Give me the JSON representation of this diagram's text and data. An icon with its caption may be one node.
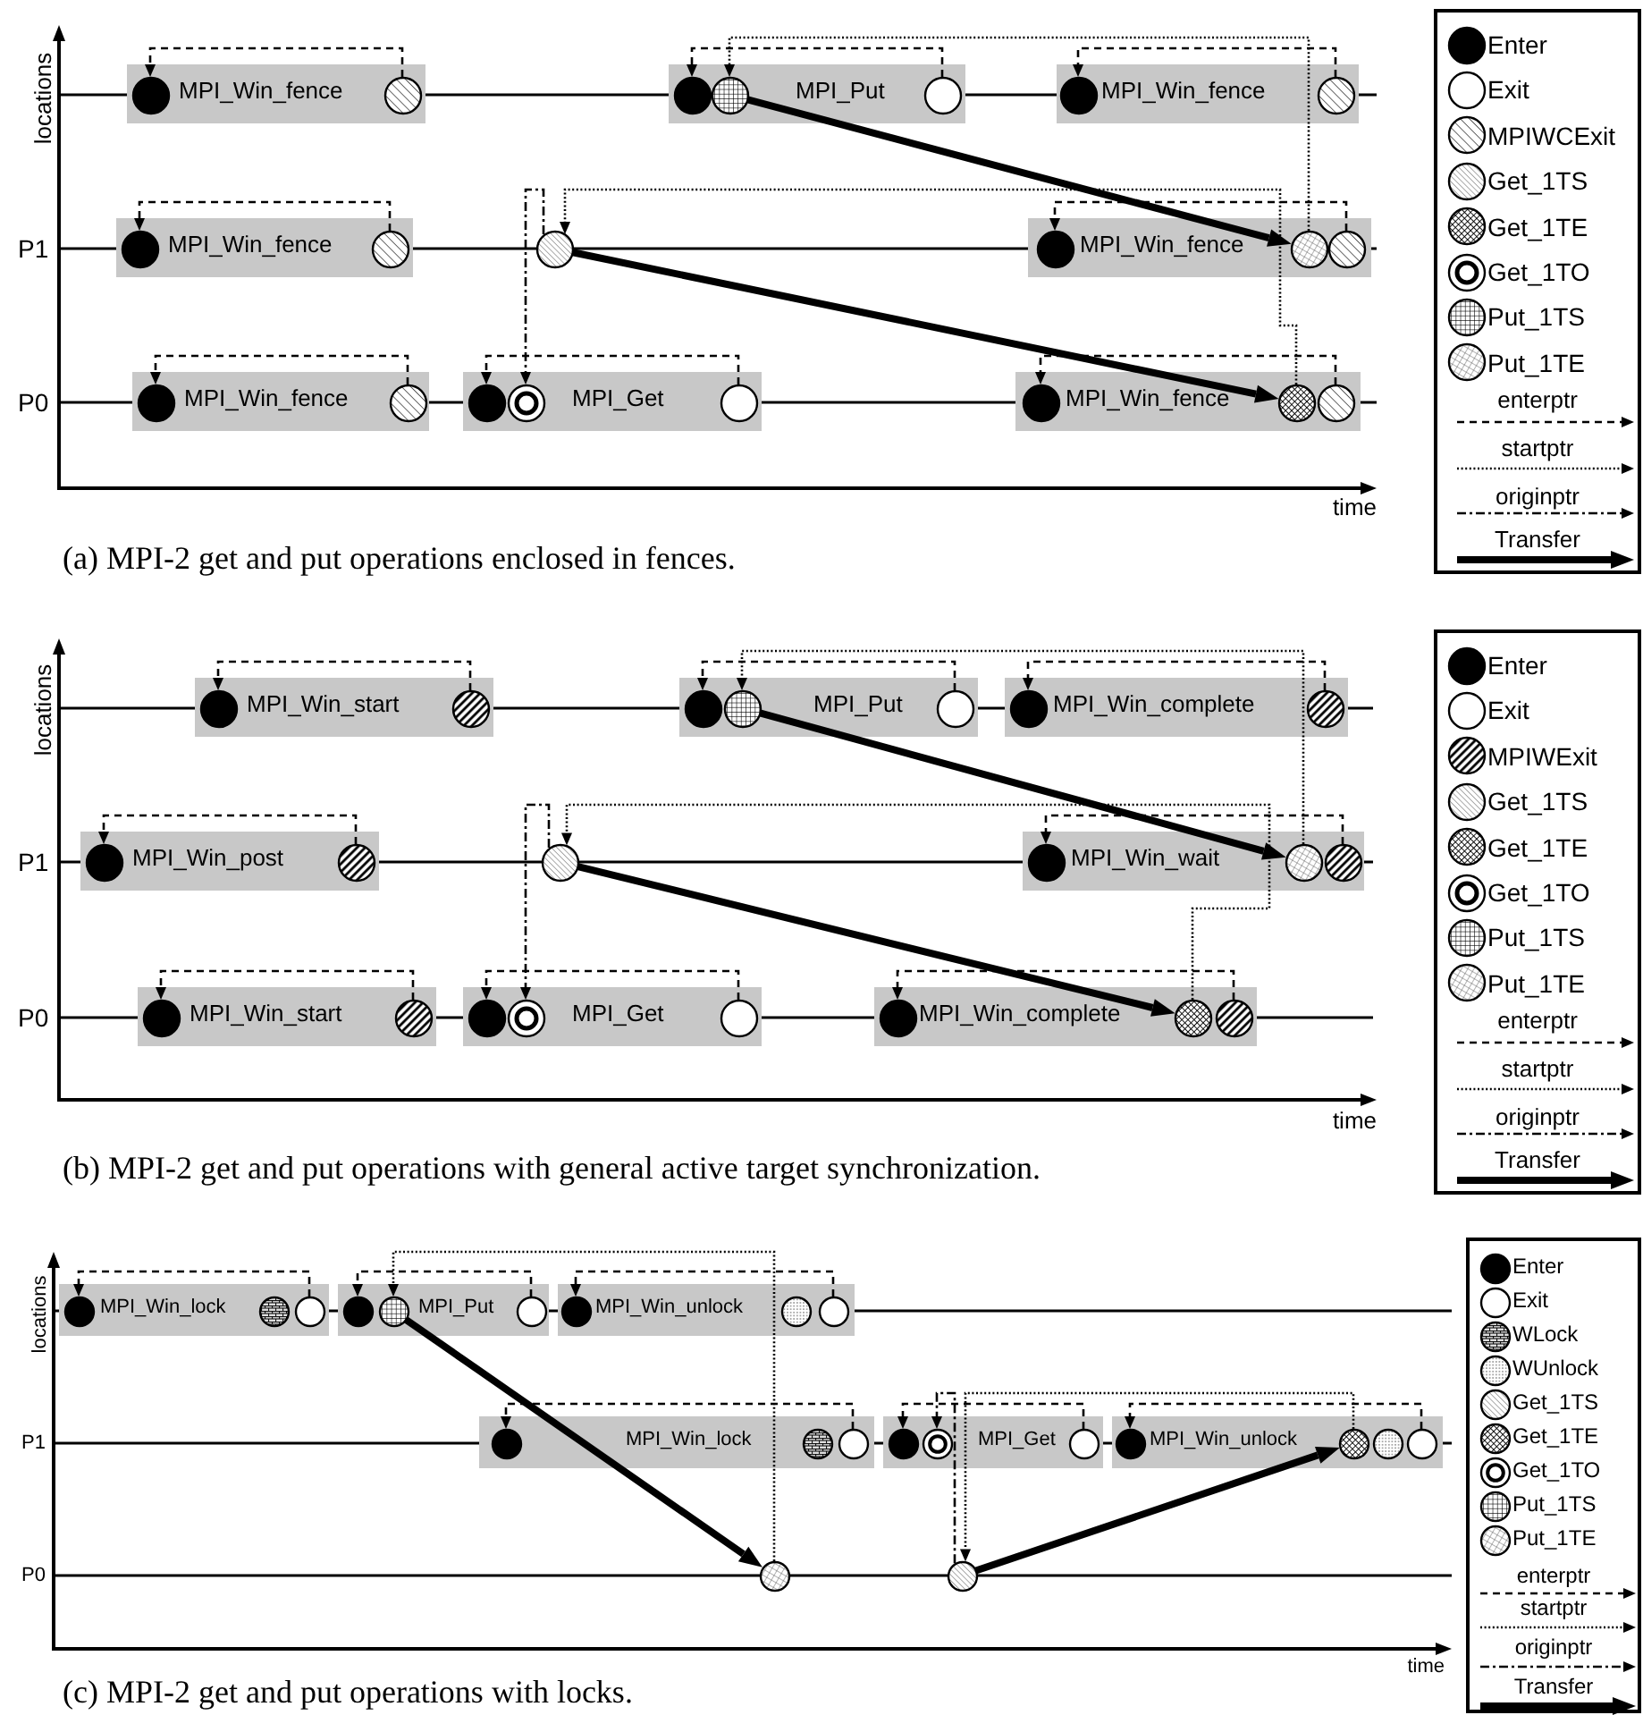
{
  "diagram": {
    "nodes": [
      {
        "text": [
          "MPI_Win_fence"
        ]
      },
      {
        "text": [],
        "shape": "circle",
        "in": 0
      },
      {
        "text": [],
        "shape": "circle",
        "in": 0
      },
      {
        "text": [
          "MPI_Put"
        ]
      },
      {
        "text": [],
        "shape": "circle",
        "in": 3
      },
      {
        "text": [],
        "shape": "circle",
        "in": 3
      },
      {
        "text": [],
        "shape": "circle",
        "in": 3
      },
      {
        "text": [
          "MPI_Win_fence"
        ]
      },
      {
        "text": [],
        "shape": "circle",
        "in": 7
      },
      {
        "text": [],
        "shape": "circle",
        "in": 7
      },
      {
        "text": [
          "MPI_Win_fence"
        ]
      },
      {
        "text": [],
        "shape": "circle",
        "in": 10
      },
      {
        "text": [],
        "shape": "circle",
        "in": 10
      },
      {
        "text": [],
        "shape": "circle"
      },
      {
        "text": [
          "MPI_Win_fence"
        ]
      },
      {
        "text": [],
        "shape": "circle",
        "in": 14
      },
      {
        "text": [],
        "shape": "circle",
        "in": 14
      },
      {
        "text": [],
        "shape": "circle",
        "in": 14
      },
      {
        "text": [
          "MPI_Win_fence"
        ]
      },
      {
        "text": [],
        "shape": "circle",
        "in": 18
      },
      {
        "text": [],
        "shape": "circle",
        "in": 18
      },
      {
        "text": [
          "MPI_Get"
        ]
      },
      {
        "text": [],
        "shape": "circle",
        "in": 21
      },
      {
        "text": [],
        "shape": "circle",
        "in": 21
      },
      {
        "text": [],
        "shape": "circle",
        "in": 21
      },
      {
        "text": [
          "MPI_Win_fence"
        ]
      },
      {
        "text": [],
        "shape": "circle",
        "in": 25
      },
      {
        "text": [],
        "shape": "circle",
        "in": 25
      },
      {
        "text": [],
        "shape": "circle",
        "in": 25
      },
      {
        "text": [
          "MPI_Win_start"
        ]
      },
      {
        "text": [],
        "shape": "circle",
        "in": 29
      },
      {
        "text": [],
        "shape": "circle",
        "in": 29
      },
      {
        "text": [
          "MPI_Put"
        ]
      },
      {
        "text": [],
        "shape": "circle",
        "in": 32
      },
      {
        "text": [],
        "shape": "circle",
        "in": 32
      },
      {
        "text": [],
        "shape": "circle",
        "in": 32
      },
      {
        "text": [
          "MPI_Win_complete"
        ]
      },
      {
        "text": [],
        "shape": "circle",
        "in": 36
      },
      {
        "text": [],
        "shape": "circle",
        "in": 36
      },
      {
        "text": [
          "MPI_Win_post"
        ]
      },
      {
        "text": [],
        "shape": "circle",
        "in": 39
      },
      {
        "text": [],
        "shape": "circle",
        "in": 39
      },
      {
        "text": [],
        "shape": "circle"
      },
      {
        "text": [
          "MPI_Win_wait"
        ]
      },
      {
        "text": [],
        "shape": "circle",
        "in": 43
      },
      {
        "text": [],
        "shape": "circle",
        "in": 43
      },
      {
        "text": [],
        "shape": "circle",
        "in": 43
      },
      {
        "text": [
          "MPI_Win_start"
        ]
      },
      {
        "text": [],
        "shape": "circle",
        "in": 47
      },
      {
        "text": [],
        "shape": "circle",
        "in": 47
      },
      {
        "text": [
          "MPI_Get"
        ]
      },
      {
        "text": [],
        "shape": "circle",
        "in": 50
      },
      {
        "text": [],
        "shape": "circle",
        "in": 50
      },
      {
        "text": [],
        "shape": "circle",
        "in": 50
      },
      {
        "text": [
          "MPI_Win_complete"
        ]
      },
      {
        "text": [],
        "shape": "circle",
        "in": 54
      },
      {
        "text": [],
        "shape": "circle",
        "in": 54
      },
      {
        "text": [],
        "shape": "circle",
        "in": 54
      },
      {
        "text": [
          "MPI_Win_lock"
        ]
      },
      {
        "text": [],
        "shape": "circle",
        "in": 58
      },
      {
        "text": [],
        "shape": "circle",
        "in": 58
      },
      {
        "text": [],
        "shape": "circle",
        "in": 58
      },
      {
        "text": [
          "MPI_Put"
        ]
      },
      {
        "text": [],
        "shape": "circle",
        "in": 62
      },
      {
        "text": [],
        "shape": "circle",
        "in": 62
      },
      {
        "text": [],
        "shape": "circle",
        "in": 62
      },
      {
        "text": [
          "MPI_Win_unlock"
        ]
      },
      {
        "text": [],
        "shape": "circle",
        "in": 66
      },
      {
        "text": [],
        "shape": "circle",
        "in": 66
      },
      {
        "text": [],
        "shape": "circle",
        "in": 66
      },
      {
        "text": [
          "MPI_Win_lock"
        ]
      },
      {
        "text": [],
        "shape": "circle",
        "in": 70
      },
      {
        "text": [],
        "shape": "circle",
        "in": 70
      },
      {
        "text": [],
        "shape": "circle",
        "in": 70
      },
      {
        "text": [
          "MPI_Get"
        ]
      },
      {
        "text": [],
        "shape": "circle",
        "in": 74
      },
      {
        "text": [],
        "shape": "circle",
        "in": 74
      },
      {
        "text": [],
        "shape": "circle",
        "in": 74
      },
      {
        "text": [
          "MPI_Win_unlock"
        ]
      },
      {
        "text": [],
        "shape": "circle",
        "in": 78
      },
      {
        "text": [],
        "shape": "circle",
        "in": 78
      },
      {
        "text": [],
        "shape": "circle",
        "in": 78
      },
      {
        "text": [],
        "shape": "circle",
        "in": 78
      },
      {
        "text": [],
        "shape": "circle"
      },
      {
        "text": [],
        "shape": "circle"
      }
    ],
    "edges": [
      {
        "from": 2,
        "to": 1,
        "arrow": "to",
        "style": "dashed"
      },
      {
        "from": 6,
        "to": 4,
        "arrow": "to",
        "style": "dashed"
      },
      {
        "from": 9,
        "to": 8,
        "arrow": "to",
        "style": "dashed"
      },
      {
        "from": 12,
        "to": 11,
        "arrow": "to",
        "style": "dashed"
      },
      {
        "from": 17,
        "to": 15,
        "arrow": "to",
        "style": "dashed"
      },
      {
        "from": 20,
        "to": 19,
        "arrow": "to",
        "style": "dashed"
      },
      {
        "from": 24,
        "to": 22,
        "arrow": "to",
        "style": "dashed"
      },
      {
        "from": 28,
        "to": 26,
        "arrow": "to",
        "style": "dashed"
      },
      {
        "from": 16,
        "to": 5,
        "arrow": "to",
        "style": "dashed"
      },
      {
        "from": 27,
        "to": 13,
        "arrow": "to",
        "style": "dashed"
      },
      {
        "from": 13,
        "to": 23,
        "arrow": "to",
        "style": "dashed"
      },
      {
        "from": 5,
        "to": 16,
        "arrow": "to",
        "style": "thick"
      },
      {
        "from": 13,
        "to": 27,
        "arrow": "to",
        "style": "thick"
      },
      {
        "from": 31,
        "to": 30,
        "arrow": "to",
        "style": "dashed"
      },
      {
        "from": 35,
        "to": 33,
        "arrow": "to",
        "style": "dashed"
      },
      {
        "from": 38,
        "to": 37,
        "arrow": "to",
        "style": "dashed"
      },
      {
        "from": 41,
        "to": 40,
        "arrow": "to",
        "style": "dashed"
      },
      {
        "from": 46,
        "to": 44,
        "arrow": "to",
        "style": "dashed"
      },
      {
        "from": 49,
        "to": 48,
        "arrow": "to",
        "style": "dashed"
      },
      {
        "from": 53,
        "to": 51,
        "arrow": "to",
        "style": "dashed"
      },
      {
        "from": 57,
        "to": 55,
        "arrow": "to",
        "style": "dashed"
      },
      {
        "from": 45,
        "to": 34,
        "arrow": "to",
        "style": "dashed"
      },
      {
        "from": 56,
        "to": 42,
        "arrow": "to",
        "style": "dashed"
      },
      {
        "from": 42,
        "to": 52,
        "arrow": "to",
        "style": "dashed"
      },
      {
        "from": 34,
        "to": 45,
        "arrow": "to",
        "style": "thick"
      },
      {
        "from": 42,
        "to": 56,
        "arrow": "to",
        "style": "thick"
      },
      {
        "from": 61,
        "to": 59,
        "arrow": "to",
        "style": "dashed"
      },
      {
        "from": 65,
        "to": 63,
        "arrow": "to",
        "style": "dashed"
      },
      {
        "from": 69,
        "to": 67,
        "arrow": "to",
        "style": "dashed"
      },
      {
        "from": 73,
        "to": 71,
        "arrow": "to",
        "style": "dashed"
      },
      {
        "from": 77,
        "to": 75,
        "arrow": "to",
        "style": "dashed"
      },
      {
        "from": 82,
        "to": 79,
        "arrow": "to",
        "style": "dashed"
      },
      {
        "from": 83,
        "to": 64,
        "arrow": "to",
        "style": "dashed"
      },
      {
        "from": 80,
        "to": 84,
        "arrow": "to",
        "style": "dashed"
      },
      {
        "from": 84,
        "to": 76,
        "arrow": "to",
        "style": "dashed"
      },
      {
        "from": 64,
        "to": 83,
        "arrow": "to",
        "style": "thick"
      },
      {
        "from": 84,
        "to": 80,
        "arrow": "to",
        "style": "thick"
      }
    ],
    "labels": [
      "locations",
      "P1",
      "P0",
      "time",
      "(a) MPI-2 get and put operations enclosed in fences.",
      "locations",
      "P1",
      "P0",
      "time",
      "(b) MPI-2 get and put operations with general active target synchronization.",
      "locations",
      "P1",
      "P0",
      "time",
      "(c) MPI-2 get and put operations with locks."
    ],
    "legend": [
      {
        "text": "Enter"
      },
      {
        "text": "Exit"
      },
      {
        "text": "MPIWCExit"
      },
      {
        "text": "Get_1TS"
      },
      {
        "text": "Get_1TE"
      },
      {
        "text": "Get_1TO"
      },
      {
        "text": "Put_1TS"
      },
      {
        "text": "Put_1TE"
      },
      {
        "text": "enterptr"
      },
      {
        "text": "startptr"
      },
      {
        "text": "originptr"
      },
      {
        "text": "Transfer"
      },
      {
        "text": "Enter"
      },
      {
        "text": "Exit"
      },
      {
        "text": "MPIWExit"
      },
      {
        "text": "Get_1TS"
      },
      {
        "text": "Get_1TE"
      },
      {
        "text": "Get_1TO"
      },
      {
        "text": "Put_1TS"
      },
      {
        "text": "Put_1TE"
      },
      {
        "text": "enterptr"
      },
      {
        "text": "startptr"
      },
      {
        "text": "originptr"
      },
      {
        "text": "Transfer"
      },
      {
        "text": "Enter"
      },
      {
        "text": "Exit"
      },
      {
        "text": "WLock"
      },
      {
        "text": "WUnlock"
      },
      {
        "text": "Get_1TS"
      },
      {
        "text": "Get_1TE"
      },
      {
        "text": "Get_1TO"
      },
      {
        "text": "Put_1TS"
      },
      {
        "text": "Put_1TE"
      },
      {
        "text": "enterptr"
      },
      {
        "text": "startptr"
      },
      {
        "text": "originptr"
      },
      {
        "text": "Transfer"
      }
    ]
  }
}
